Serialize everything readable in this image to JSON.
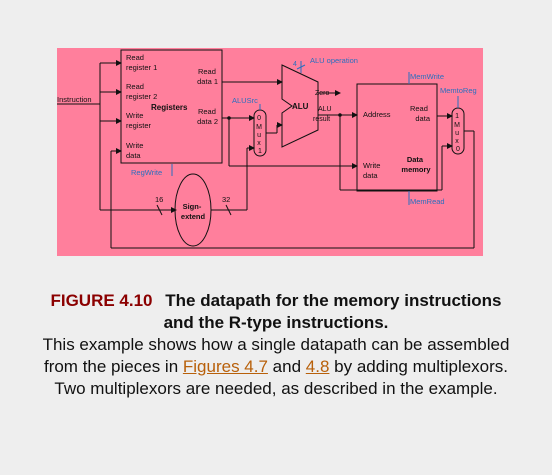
{
  "diagram": {
    "input_label": "Instruction",
    "registers": {
      "title": "Registers",
      "read_reg1": [
        "Read",
        "register 1"
      ],
      "read_reg2": [
        "Read",
        "register 2"
      ],
      "write_reg": [
        "Write",
        "register"
      ],
      "write_data": [
        "Write",
        "data"
      ],
      "read_data1": [
        "Read",
        "data 1"
      ],
      "read_data2": [
        "Read",
        "data 2"
      ]
    },
    "control": {
      "regwrite": "RegWrite",
      "alusrc": "ALUSrc",
      "alu_operation": "ALU operation",
      "alu_op_bits": "4",
      "memwrite": "MemWrite",
      "memtoreg": "MemtoReg",
      "memread": "MemRead"
    },
    "alu": {
      "title": "ALU",
      "zero": "Zero",
      "result": [
        "ALU",
        "result"
      ]
    },
    "mux": {
      "letters": [
        "M",
        "u",
        "x"
      ],
      "zero": "0",
      "one": "1"
    },
    "data_memory": {
      "address": "Address",
      "read_data": [
        "Read",
        "data"
      ],
      "write_data": [
        "Write",
        "data"
      ],
      "title": [
        "Data",
        "memory"
      ]
    },
    "sign_extend": {
      "title": [
        "Sign-",
        "extend"
      ],
      "in_bits": "16",
      "out_bits": "32"
    },
    "colors": {
      "background": "#ff7f9c",
      "signal": "#2a6fbf",
      "line": "#111111"
    }
  },
  "caption": {
    "figure_number": "FIGURE 4.10",
    "title": "The datapath for the memory instructions and the R-type instructions.",
    "text_before": "This example shows how a single datapath can be assembled from the pieces in",
    "link1": "Figures 4.7",
    "text_and": "and",
    "link2": "4.8",
    "text_after": "by adding multiplexors. Two multiplexors are needed, as described in the example."
  }
}
